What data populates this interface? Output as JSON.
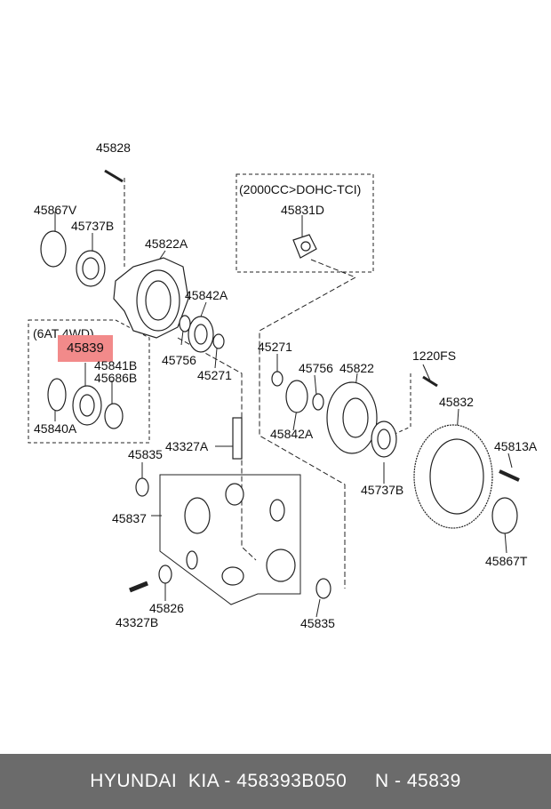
{
  "title": "HYUNDAI  KIA - 458393B050",
  "part_number": "N - 45839",
  "highlight_color": "#f28a8a",
  "footer_color": "#6b6b6b",
  "groups": {
    "engine_variant": "(2000CC>DOHC-TCI)",
    "drive_variant": "(6AT 4WD)"
  },
  "labels": {
    "p45828": "45828",
    "p45867v": "45867V",
    "p45737b_top": "45737B",
    "p45822a": "45822A",
    "p45831d": "45831D",
    "p45842a_top": "45842A",
    "p45756_left": "45756",
    "p45271_left": "45271",
    "p45271_right": "45271",
    "p45839": "45839",
    "p45841b": "45841B",
    "p45686b": "45686B",
    "p45840a": "45840A",
    "p45756_right": "45756",
    "p45822": "45822",
    "p1220fs": "1220FS",
    "p45842a_bottom": "45842A",
    "p45832": "45832",
    "p45813a": "45813A",
    "p43327a": "43327A",
    "p45835_top": "45835",
    "p45737b_bottom": "45737B",
    "p45837": "45837",
    "p45867t": "45867T",
    "p45826": "45826",
    "p43327b": "43327B",
    "p45835_bottom": "45835"
  }
}
